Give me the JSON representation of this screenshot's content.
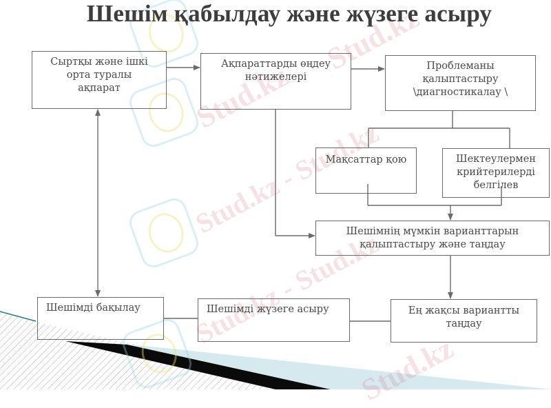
{
  "title": "Шешім қабылдау және жүзеге асыру",
  "watermark": {
    "text": "Stud.kz",
    "secondary_text": "Stud.kz - Stud.kz"
  },
  "diagram": {
    "nodes": [
      {
        "id": "external_internal_info",
        "lines": [
          "Сыртқы және ішкі",
          "орта туралы",
          "ақпарат"
        ]
      },
      {
        "id": "info_processing_results",
        "lines": [
          "Ақпараттарды өңдеу",
          "нәтижелері"
        ]
      },
      {
        "id": "problem_formulation",
        "lines": [
          "Проблеманы",
          "қалыптастыру",
          "\\диагностикалау \\"
        ]
      },
      {
        "id": "set_goals",
        "lines": [
          "Мақсаттар қою"
        ]
      },
      {
        "id": "define_constraints_criteria",
        "lines": [
          "Шектеулермен",
          "крийтерилерді",
          "белгілев"
        ]
      },
      {
        "id": "form_choose_alternatives",
        "lines": [
          "Шешімнің мүмкін варианттарын",
          "қалыптастыру және таңдау"
        ]
      },
      {
        "id": "decision_control",
        "lines": [
          "Шешімді бақылау"
        ]
      },
      {
        "id": "decision_implementation",
        "lines": [
          "Шешімді жүзеге асыру"
        ]
      },
      {
        "id": "choose_best_option",
        "lines": [
          "Ең жақсы вариантты",
          "таңдау"
        ]
      }
    ],
    "edges": [
      {
        "from": "external_internal_info",
        "to": "info_processing_results",
        "type": "arrow"
      },
      {
        "from": "info_processing_results",
        "to": "problem_formulation",
        "type": "arrow"
      },
      {
        "from": "problem_formulation",
        "to": "set_goals",
        "type": "line"
      },
      {
        "from": "problem_formulation",
        "to": "define_constraints_criteria",
        "type": "line"
      },
      {
        "from": "set_goals",
        "to": "form_choose_alternatives",
        "type": "arrow"
      },
      {
        "from": "define_constraints_criteria",
        "to": "form_choose_alternatives",
        "type": "arrow"
      },
      {
        "from": "info_processing_results",
        "to": "form_choose_alternatives",
        "type": "arrow"
      },
      {
        "from": "form_choose_alternatives",
        "to": "choose_best_option",
        "type": "arrow"
      },
      {
        "from": "choose_best_option",
        "to": "decision_implementation",
        "type": "line"
      },
      {
        "from": "decision_implementation",
        "to": "decision_control",
        "type": "line"
      },
      {
        "from": "decision_control",
        "to": "external_internal_info",
        "type": "bidirectional-arrow"
      }
    ]
  }
}
